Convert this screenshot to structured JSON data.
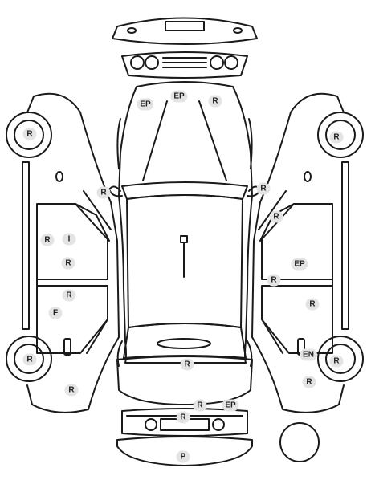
{
  "colors": {
    "line": "#1a1a1a",
    "badge_bg": "#e4e4e4",
    "badge_text": "#222222"
  },
  "markers": [
    {
      "id": "roof-ep-left",
      "label": "EP"
    },
    {
      "id": "roof-ep-center",
      "label": "EP"
    },
    {
      "id": "roof-r",
      "label": "R"
    },
    {
      "id": "left-front-wheel-r",
      "label": "R"
    },
    {
      "id": "left-mirror-r",
      "label": "R"
    },
    {
      "id": "left-front-door-r",
      "label": "R"
    },
    {
      "id": "left-front-door-i",
      "label": "I"
    },
    {
      "id": "left-front-door-r2",
      "label": "R"
    },
    {
      "id": "left-rear-door-r",
      "label": "R"
    },
    {
      "id": "left-rear-door-f",
      "label": "F"
    },
    {
      "id": "left-rear-wheel-r",
      "label": "R"
    },
    {
      "id": "left-rear-quarter-r",
      "label": "R"
    },
    {
      "id": "trunk-r",
      "label": "R"
    },
    {
      "id": "rear-bumper-r",
      "label": "R"
    },
    {
      "id": "rear-bumper-ep",
      "label": "EP"
    },
    {
      "id": "rear-lower-r",
      "label": "R"
    },
    {
      "id": "rear-apron-p",
      "label": "P"
    },
    {
      "id": "right-front-wheel-r",
      "label": "R"
    },
    {
      "id": "right-mirror-r",
      "label": "R"
    },
    {
      "id": "right-pillar-r",
      "label": "R"
    },
    {
      "id": "right-front-door-ep",
      "label": "EP"
    },
    {
      "id": "right-door-r",
      "label": "R"
    },
    {
      "id": "right-rear-door-r",
      "label": "R"
    },
    {
      "id": "right-rear-en",
      "label": "EN"
    },
    {
      "id": "right-rear-wheel-r",
      "label": "R"
    },
    {
      "id": "right-rear-quarter-r",
      "label": "R"
    }
  ]
}
